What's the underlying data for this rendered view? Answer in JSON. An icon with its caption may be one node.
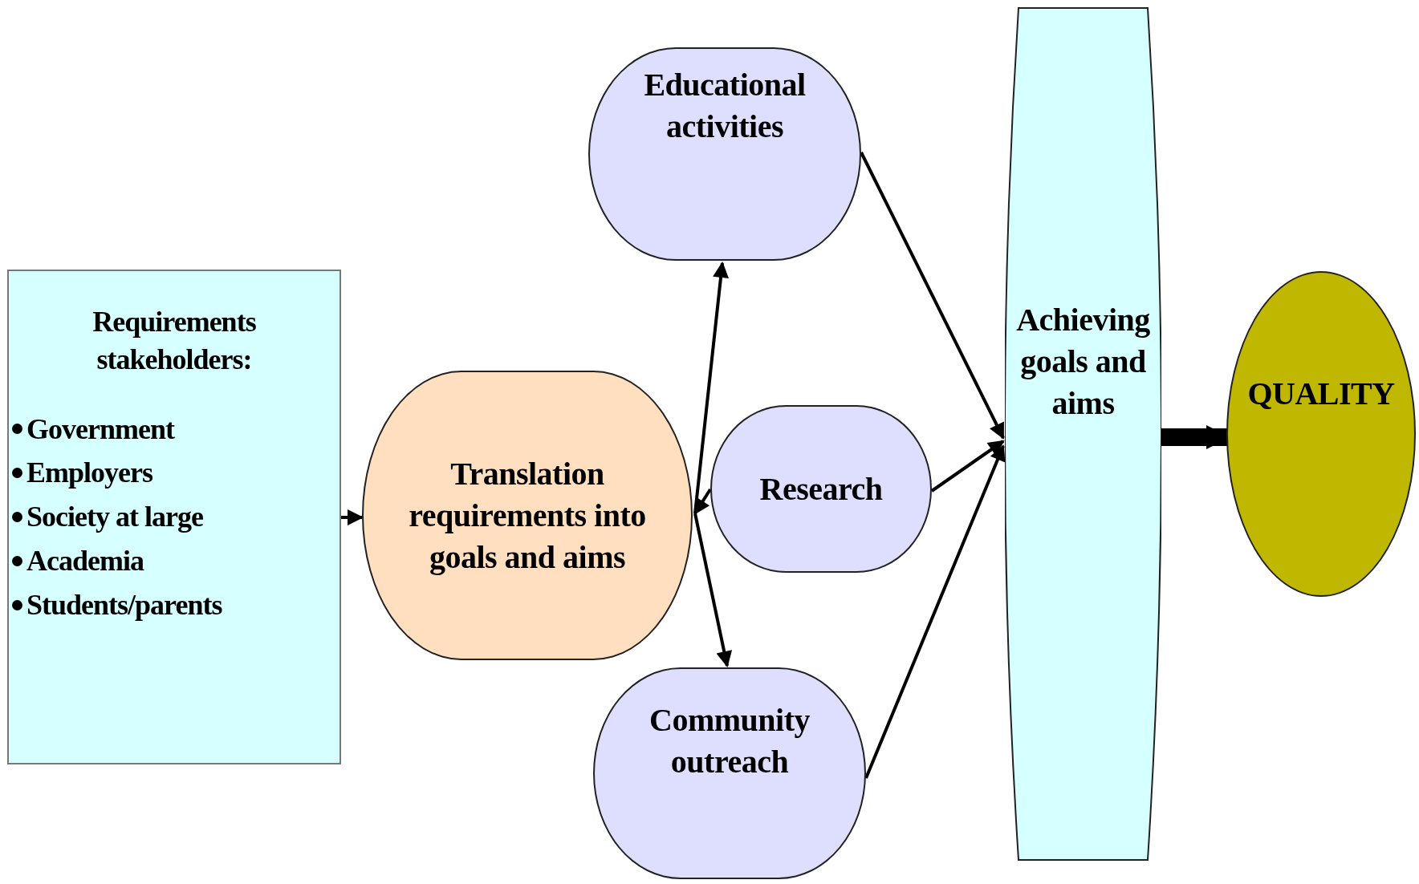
{
  "diagram": {
    "nodes": [
      {
        "text": [
          "Requirements stakeholders:",
          "Government",
          "Employers",
          "Society at large",
          "Academia",
          "Students/parents"
        ]
      },
      {
        "text": [
          "Translation requirements into goals and aims"
        ]
      },
      {
        "text": [
          "Educational activities"
        ]
      },
      {
        "text": [
          "Research"
        ]
      },
      {
        "text": [
          "Community outreach"
        ]
      },
      {
        "text": [
          "Achieving goals and aims"
        ]
      },
      {
        "text": [
          "QUALITY"
        ]
      }
    ],
    "edges": [
      {
        "from": 0,
        "to": 1,
        "arrow": "to"
      },
      {
        "from": 1,
        "to": 2,
        "arrow": "to"
      },
      {
        "from": 3,
        "to": 1,
        "arrow": "to"
      },
      {
        "from": 1,
        "to": 4,
        "arrow": "to"
      },
      {
        "from": 2,
        "to": 5,
        "arrow": "to"
      },
      {
        "from": 3,
        "to": 5,
        "arrow": "to"
      },
      {
        "from": 4,
        "to": 5,
        "arrow": "to"
      },
      {
        "from": 5,
        "to": 6,
        "arrow": "to",
        "style": "thick"
      }
    ]
  }
}
